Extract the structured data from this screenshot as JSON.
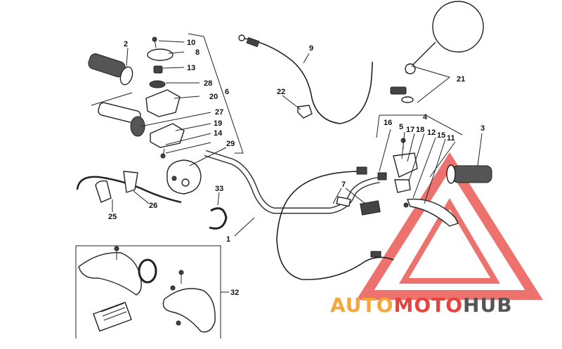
{
  "callouts": {
    "n1": "1",
    "n2": "2",
    "n3": "3",
    "n4": "4",
    "n5": "5",
    "n6": "6",
    "n7": "7",
    "n8": "8",
    "n9": "9",
    "n10": "10",
    "n11": "11",
    "n12": "12",
    "n13": "13",
    "n14": "14",
    "n15": "15",
    "n16": "16",
    "n17": "17",
    "n18": "18",
    "n19": "19",
    "n20": "20",
    "n21": "21",
    "n22": "22",
    "n25": "25",
    "n26": "26",
    "n27": "27",
    "n28": "28",
    "n29": "29",
    "n32": "32",
    "n33": "33"
  },
  "watermark": {
    "part1": "AUTO",
    "part2": "MOTO",
    "part3": "HUB",
    "color_primary": "#e8423c",
    "color_secondary": "#f4a63a",
    "color_dark": "#555555"
  }
}
